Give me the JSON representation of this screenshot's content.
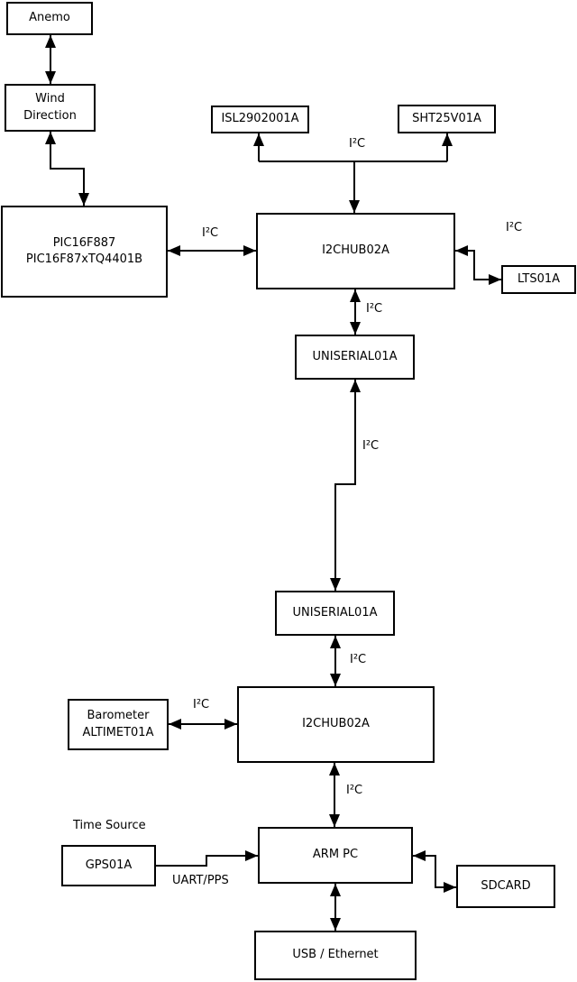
{
  "colors": {
    "line": "#000000",
    "background": "#ffffff",
    "node_fill": "#ffffff",
    "text": "#000000"
  },
  "nodes": {
    "anemo": "Anemo",
    "wind_direction": "Wind\nDirection",
    "pic": "PIC16F887\nPIC16F87xTQ4401B",
    "isl": "ISL2902001A",
    "sht": "SHT25V01A",
    "i2chub_top": "I2CHUB02A",
    "lts": "LTS01A",
    "uniserial_top": "UNISERIAL01A",
    "uniserial_bottom": "UNISERIAL01A",
    "barometer": "Barometer\nALTIMET01A",
    "i2chub_bottom": "I2CHUB02A",
    "gps": "GPS01A",
    "arm_pc": "ARM PC",
    "sdcard": "SDCARD",
    "usb_ethernet": "USB / Ethernet"
  },
  "labels": {
    "i2c_sensor_bus": "I²C",
    "i2c_pic_hub": "I²C",
    "i2c_lts": "I²C",
    "i2c_hub_serial": "I²C",
    "i2c_serial_link": "I²C",
    "i2c_serial_hub2": "I²C",
    "i2c_barometer": "I²C",
    "i2c_hub2_arm": "I²C",
    "time_source": "Time Source",
    "uart_pps": "UART/PPS"
  }
}
